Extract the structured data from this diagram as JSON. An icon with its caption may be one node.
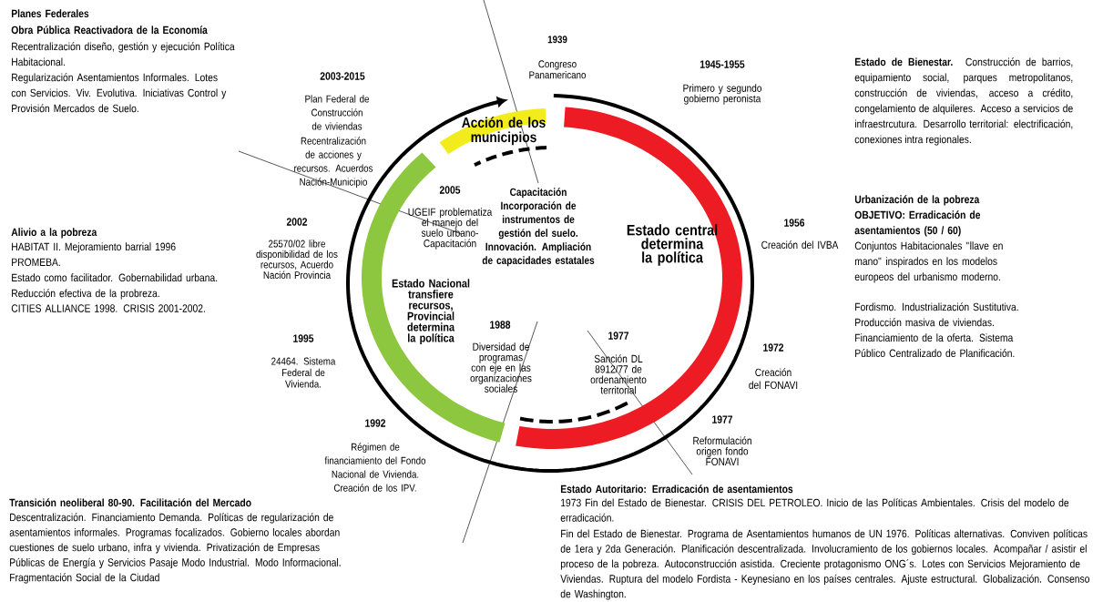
{
  "diagram": {
    "nodes": [
      {
        "text": [
          "Acción de los municipios"
        ]
      },
      {
        "text": [
          "Estado central determina la política"
        ]
      },
      {
        "text": [
          "Estado Nacional transfiere recursos, Provincial determina la política"
        ]
      }
    ],
    "labels": [
      "Planes Federales",
      "Obra Pública Reactivadora de la Economía",
      "Recentralización diseño, gestión y ejecución Política Habitacional.",
      "Regularización Asentamientos Informales. Lotes con Servicios. Viv. Evolutiva. Iniciativas Control y Provisión Mercados de Suelo.",
      "1939",
      "Congreso Panamericano",
      "2003-2015",
      "Plan Federal de Construcción de viviendas",
      "Recentralización de acciones y recursos. Acuerdos Nación-Municipio",
      "1945-1955",
      "Primero y segundo gobierno peronista",
      "**Estado de Bienestar.** Construcción de barrios, equipamiento social, parques metropolitanos, construcción de viviendas, acceso a crédito, congelamiento de alquileres. Acceso a servicios de infraestrcutura. Desarrollo territorial: electrificación, conexiones intra regionales.",
      "Urbanización de la pobreza",
      "OBJETIVO: Erradicación de asentamientos (50 / 60)",
      "Conjuntos Habitacionales \"llave en mano\" inspirados en los modelos europeos del urbanismo moderno.",
      "Fordismo. Industrialización Sustitutiva.",
      "Producción masiva de viviendas.",
      "Financiamiento de la oferta. Sistema Público Centralizado de Planificación.",
      "2005",
      "UGEIF problematiza el manejo del suelo urbano- Capacitación",
      "Capacitación Incorporación de instrumentos de gestión del suelo. Innovación. Ampliación de capacidades estatales",
      "2002",
      "25570/02 libre disponibilidad de los recursos, Acuerdo Nación Provincia",
      "Alivio a la pobreza",
      "HABITAT II. Mejoramiento barrial 1996 PROMEBA.",
      "Estado como facilitador. Gobernabilidad urbana.",
      "Reducción efectiva de la probreza.",
      "CITIES ALLIANCE 1998. CRISIS 2001-2002.",
      "1956",
      "Creación del IVBA",
      "1995",
      "24464. Sistema Federal de Vivienda.",
      "1988",
      "Diversidad de programas con eje en las organizaciones sociales",
      "1977",
      "Sanción DL 8912/77 de ordenamiento territorial",
      "1972",
      "Creación del FONAVI",
      "1992",
      "Régimen de financiamiento del Fondo Nacional de Vivienda. Creación de los IPV.",
      "1977",
      "Reformulación origen fondo FONAVI",
      "Transición neoliberal 80-90. Facilitación del Mercado",
      "Descentralización. Financiamiento Demanda. Políticas de regularización de asentamientos informales. Programas focalizados. Gobierno locales abordan cuestiones de suelo urbano, infra y vivienda. Privatización de Empresas Públicas de Energía y Servicios Pasaje Modo Industrial. Modo Informacional. Fragmentación Social de la Ciudad",
      "Estado Autoritario: Erradicación de asentamientos",
      "1973 Fin del Estado de Bienestar. CRISIS DEL PETROLEO. Inicio de las Políticas Ambientales. Crisis del modelo de erradicación.",
      "Fin del Estado de Bienestar. Programa de Asentamientos humanos de UN 1976. Políticas alternativas. Conviven políticas de 1era y 2da Generación. Planificación descentralizada. Involucramiento de los gobiernos locales. Acompañar / asistir el proceso de la pobreza. Autoconstrucción asistida. Creciente protagonismo ONG´s. Lotes con Servicios Mejoramiento de Viviendas. Ruptura del modelo Fordista - Keynesiano en los países centrales. Ajuste estructural. Globalización. Consenso de Washington."
    ]
  }
}
